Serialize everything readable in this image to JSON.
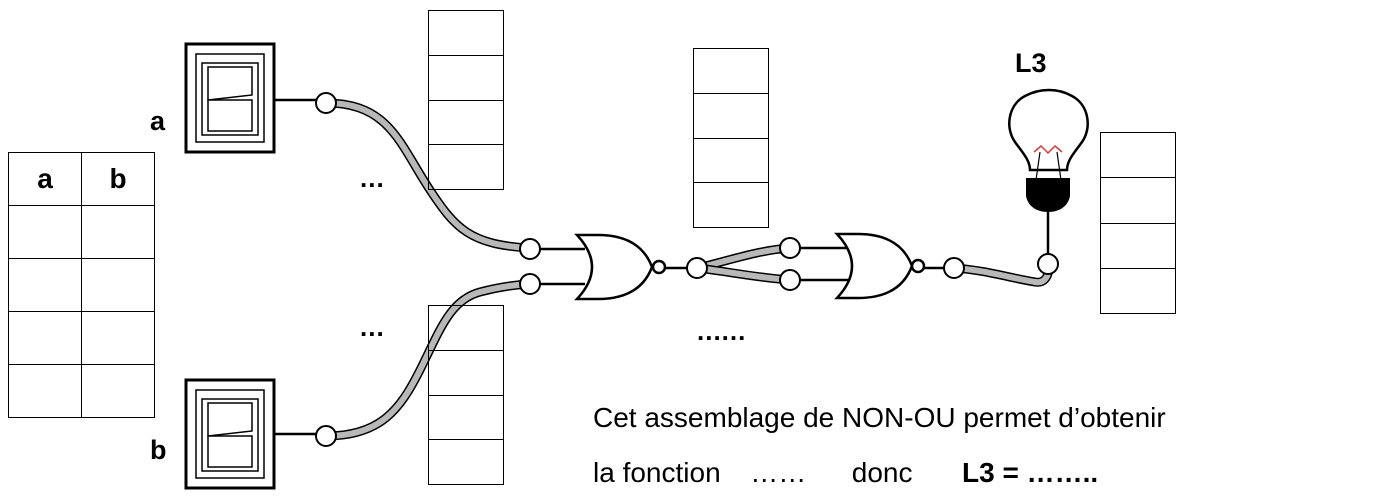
{
  "labels": {
    "switch_a": "a",
    "switch_b": "b",
    "lamp": "L3"
  },
  "truth_table": {
    "headers": [
      "a",
      "b"
    ],
    "row_count": 4
  },
  "blanks": {
    "upper_wire": "...",
    "lower_wire": "...",
    "gate_output": "......"
  },
  "response_boxes": [
    {
      "name": "upper-wire-column",
      "rows": 4
    },
    {
      "name": "lower-wire-column",
      "rows": 4
    },
    {
      "name": "gate1-output-column",
      "rows": 4
    },
    {
      "name": "lamp-column",
      "rows": 4
    }
  ],
  "sentence": {
    "line1": "Cet assemblage de NON-OU permet d’obtenir",
    "line2_prefix": "la fonction",
    "line2_blank": "……",
    "line2_mid": "donc",
    "line2_result": "L3 = ……..",
    "line2_result_label": "L3 = ",
    "line2_result_blank": "…….."
  },
  "gates": [
    "NON-OU",
    "NON-OU"
  ]
}
